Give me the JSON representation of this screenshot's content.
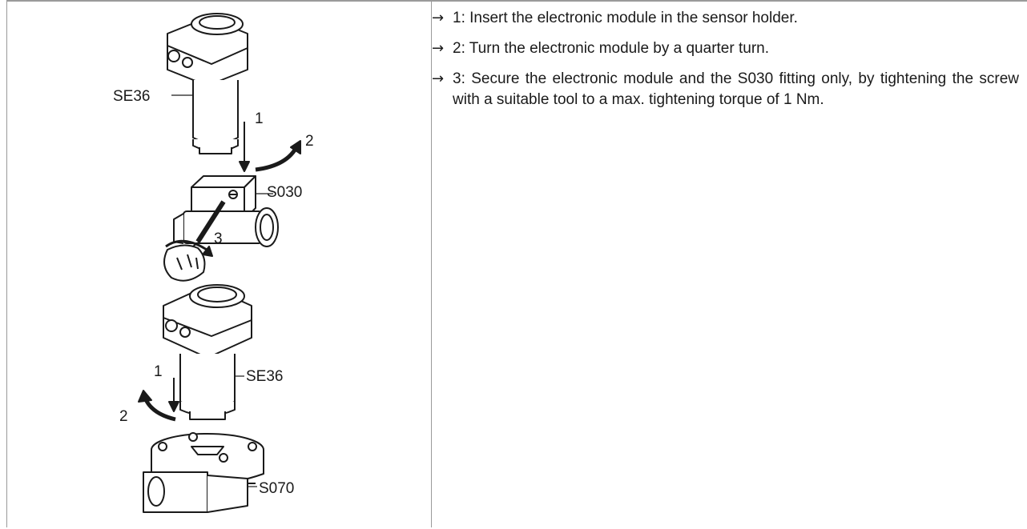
{
  "figure": {
    "labels": {
      "se36_top": "SE36",
      "step1_top": "1",
      "step2_top": "2",
      "s030": "S030",
      "step3": "3",
      "step1_bottom": "1",
      "se36_bottom": "SE36",
      "step2_bottom": "2",
      "s070": "S070"
    }
  },
  "steps": [
    {
      "arrow": "→",
      "text": "1: Insert the electronic module in the sensor holder."
    },
    {
      "arrow": "→",
      "text": "2: Turn the electronic module by a quarter turn."
    },
    {
      "arrow": "→",
      "text": "3: Secure the electronic module and the S030 fitting only, by tightening the screw with a suitable tool to a max. tightening torque of 1 Nm."
    }
  ]
}
